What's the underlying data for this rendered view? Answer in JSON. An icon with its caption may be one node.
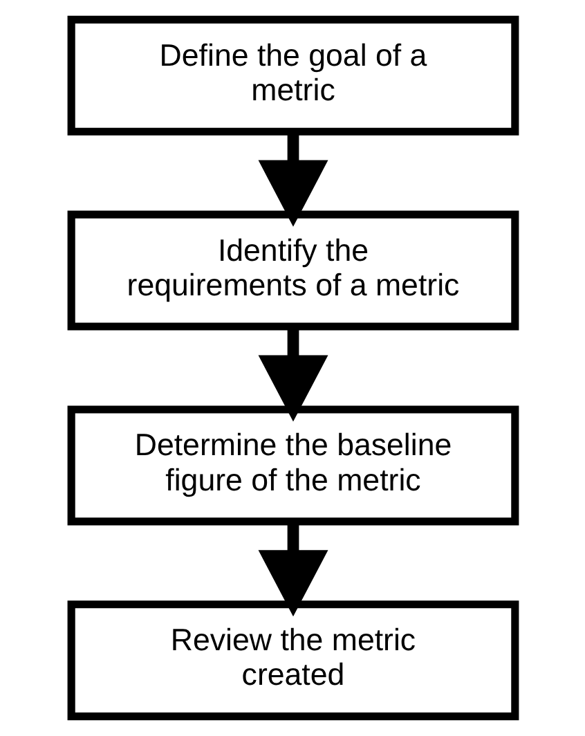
{
  "diagram": {
    "nodes": [
      {
        "text": [
          "Define the goal of a metric"
        ]
      },
      {
        "text": [
          "Identify the requirements of a metric"
        ]
      },
      {
        "text": [
          "Determine the baseline figure of the metric"
        ]
      },
      {
        "text": [
          "Review the metric created"
        ]
      }
    ],
    "edges": [
      {
        "from": 0,
        "to": 1,
        "arrow": "to"
      },
      {
        "from": 1,
        "to": 2,
        "arrow": "to"
      },
      {
        "from": 2,
        "to": 3,
        "arrow": "to"
      }
    ]
  }
}
